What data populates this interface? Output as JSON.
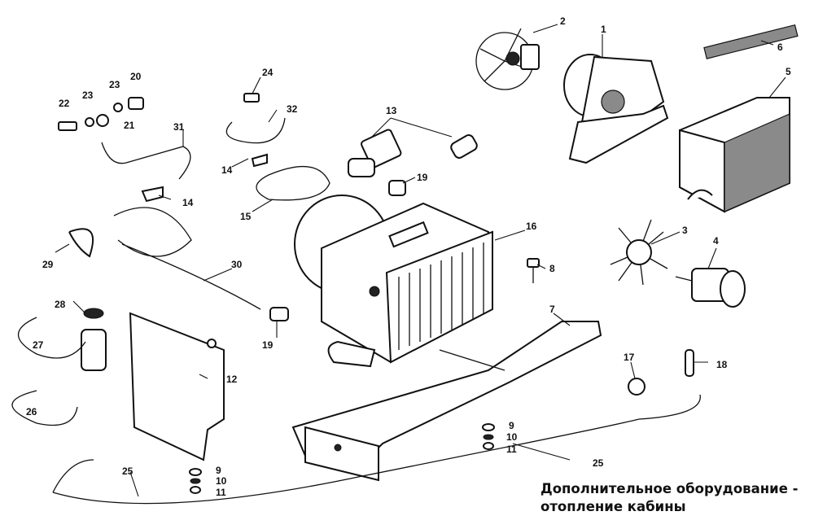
{
  "caption": {
    "line1": "Дополнительное оборудование -",
    "line2": "отопление кабины"
  },
  "callouts": [
    "1",
    "2",
    "3",
    "4",
    "5",
    "6",
    "7",
    "8",
    "9",
    "10",
    "11",
    "12",
    "13",
    "14",
    "15",
    "16",
    "17",
    "18",
    "19",
    "20",
    "21",
    "22",
    "23",
    "24",
    "25",
    "26",
    "27",
    "28",
    "29",
    "30",
    "31",
    "32"
  ]
}
